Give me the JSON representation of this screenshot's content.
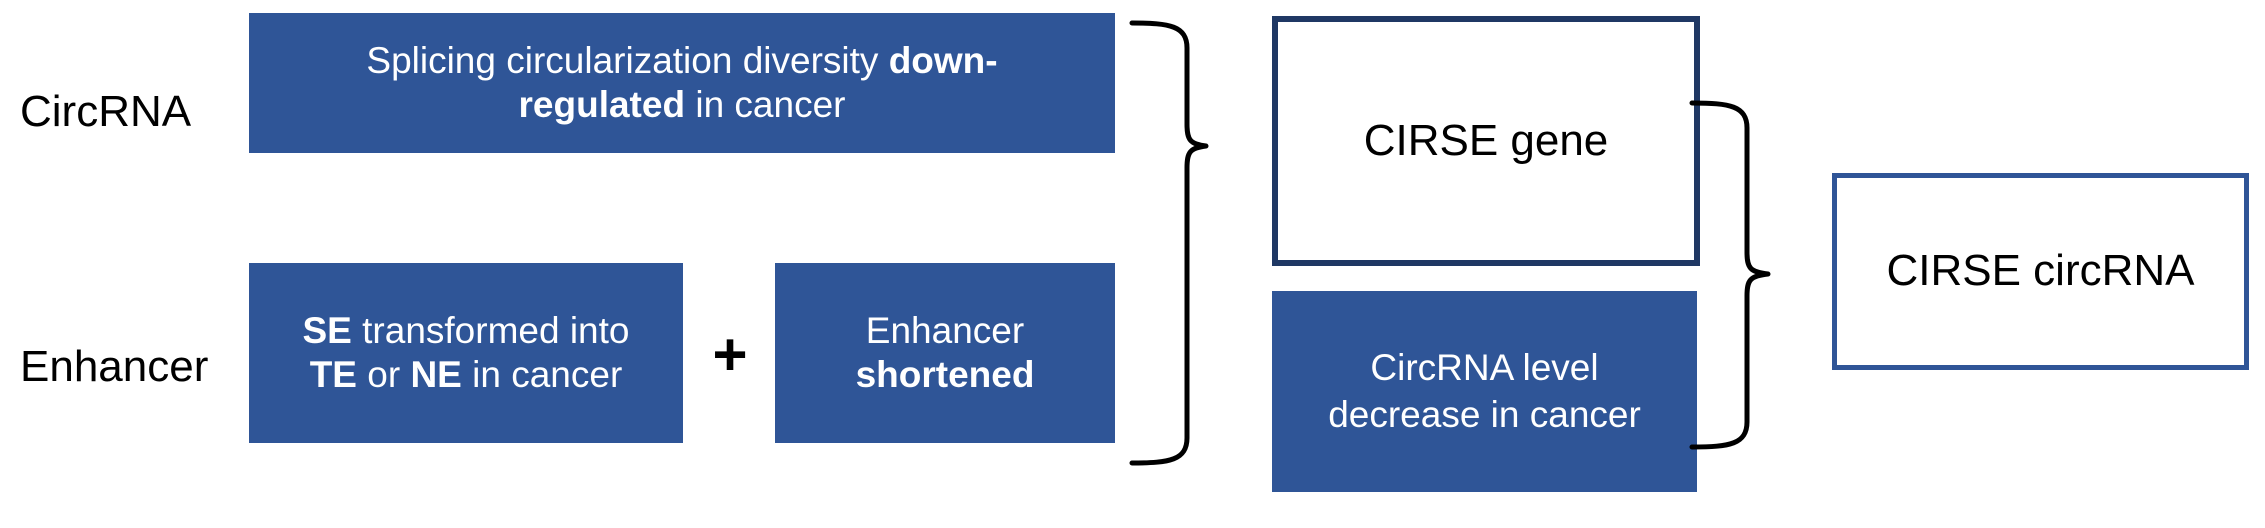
{
  "diagram": {
    "title": "CIRSE circRNA regulation schematic",
    "background_color": "#FFFFFF",
    "palette": {
      "box_fill_blue": "#2F5597",
      "box_text_white": "#FFFFFF",
      "gene_box_border_navy": "#1F3864",
      "circrna_box_border_blue": "#2F5597",
      "text_black": "#000000",
      "connector_black": "#000000"
    },
    "row_labels": {
      "circrna": "CircRNA",
      "enhancer": "Enhancer"
    },
    "operator": {
      "plus": "+"
    },
    "boxes": {
      "splicing": {
        "line1_a": "Splicing circularization diversity ",
        "line1_b": "down-",
        "line2_a": "regulated",
        "line2_b": " in cancer",
        "style": "filled-blue"
      },
      "se_transform": {
        "line1_a": "SE",
        "line1_b": " transformed into",
        "line2_a": "TE",
        "line2_b": " or ",
        "line2_c": "NE",
        "line2_d": " in cancer",
        "style": "filled-blue"
      },
      "enhancer_shortened": {
        "line1": "Enhancer",
        "line2": "shortened",
        "style": "filled-blue"
      },
      "cirse_gene": {
        "label": "CIRSE gene",
        "style": "white-navy-border"
      },
      "circrna_level": {
        "line1": "CircRNA level",
        "line2": "decrease in cancer",
        "style": "filled-blue"
      },
      "cirse_circrna": {
        "label": "CIRSE circRNA",
        "style": "white-blue-border"
      }
    },
    "connectors": {
      "left_brace": "right-pointing-curly-brace",
      "right_brace": "right-pointing-curly-brace"
    }
  }
}
